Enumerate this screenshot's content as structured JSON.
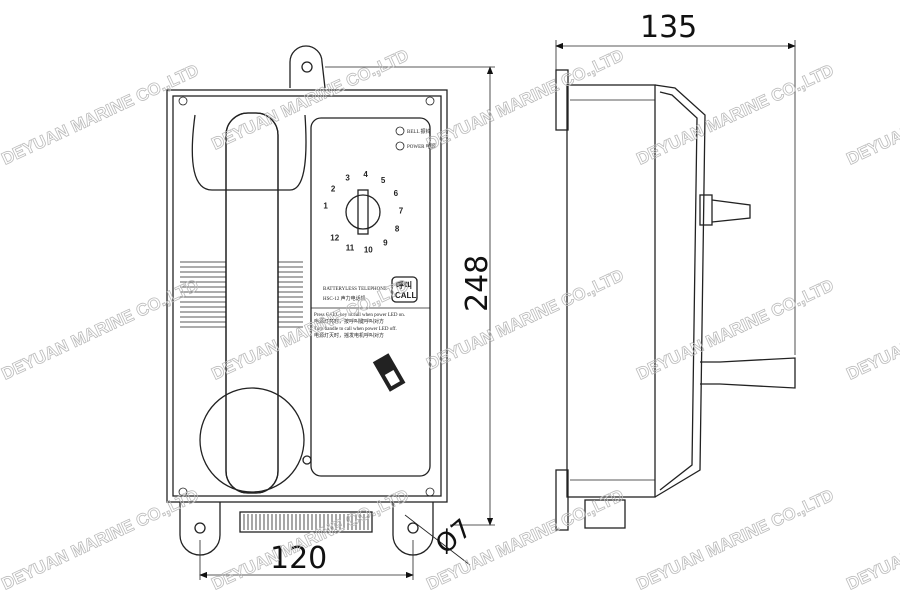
{
  "dimensions": {
    "depth": "135",
    "height": "248",
    "width": "120",
    "hole": "Ø7"
  },
  "watermark": "DEYUAN MARINE CO.,LTD",
  "panel": {
    "bell_label": "BELL 振铃",
    "power_label": "POWER 电源",
    "dial_numbers": [
      "1",
      "2",
      "3",
      "4",
      "5",
      "6",
      "7",
      "8",
      "9",
      "10",
      "11",
      "12"
    ],
    "model_label": "BATTERYLESS TELEPHONE",
    "model_code": "HSC-12 声力电话机",
    "call_cn": "呼叫",
    "call_en": "CALL",
    "instr1": "Press CALL key to call when power LED on.",
    "instr2": "电源灯亮时，按呼叫键呼叫对方",
    "instr3": "Turn handle to call when power LED off.",
    "instr4": "电源灯灭时，摇发电机呼叫对方"
  }
}
